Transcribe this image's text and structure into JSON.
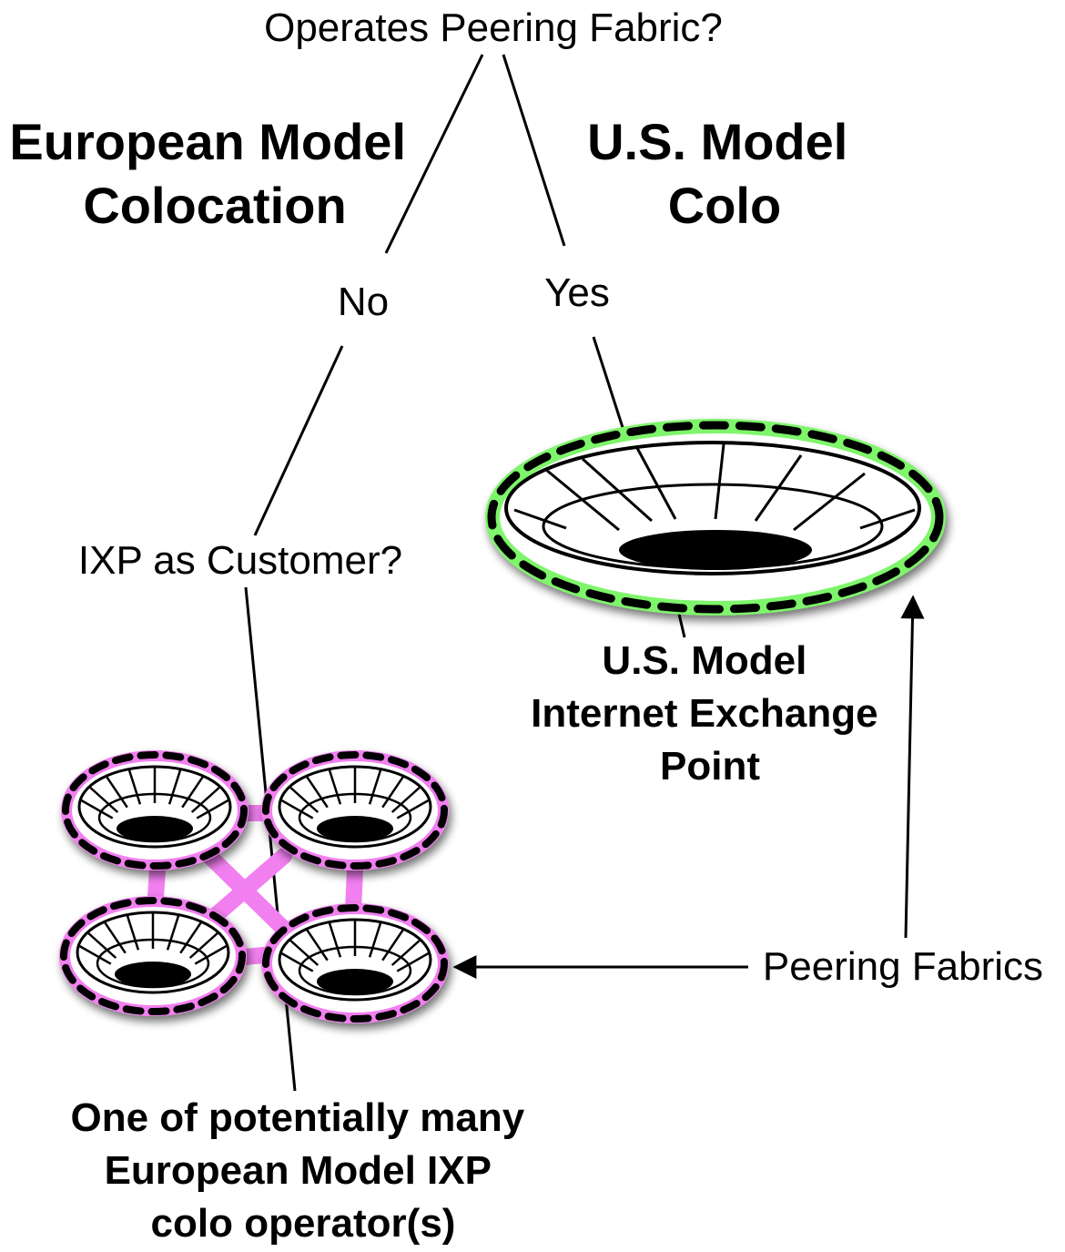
{
  "question_top": "Operates Peering Fabric?",
  "european_heading": [
    "European Model",
    "Colocation"
  ],
  "us_heading": [
    "U.S. Model",
    "Colo"
  ],
  "answer_no": "No",
  "answer_yes": "Yes",
  "question_ixp": "IXP as Customer?",
  "us_ixp_label": [
    "U.S. Model",
    "Internet Exchange",
    "Point"
  ],
  "peering_fabrics": "Peering Fabrics",
  "european_ixp_label": [
    "One of potentially many",
    "European Model IXP",
    "colo operator(s)"
  ],
  "colors": {
    "us_fabric_ring": "#7ef56a",
    "eu_fabric_ring": "#f27ff0",
    "eu_interconnect": "#f27ff0",
    "dashed_border": "#000000",
    "core_fill": "#000000"
  }
}
